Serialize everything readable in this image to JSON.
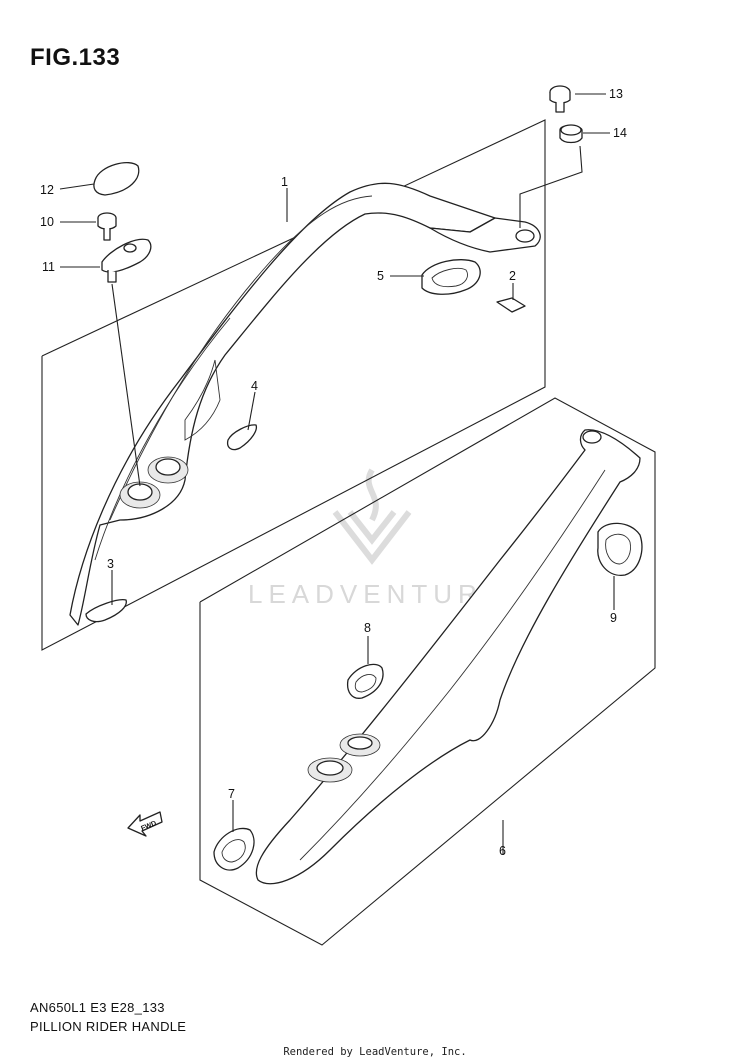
{
  "figure": {
    "title": "FIG.133",
    "model_code": "AN650L1 E3 E28_133",
    "caption": "PILLION RIDER HANDLE",
    "rendered_by": "Rendered by LeadVenture, Inc.",
    "watermark": "LEADVENTURE",
    "fwd_label": "FWD"
  },
  "callouts": [
    "1",
    "2",
    "3",
    "4",
    "5",
    "6",
    "7",
    "8",
    "9",
    "10",
    "11",
    "12",
    "13",
    "14"
  ]
}
